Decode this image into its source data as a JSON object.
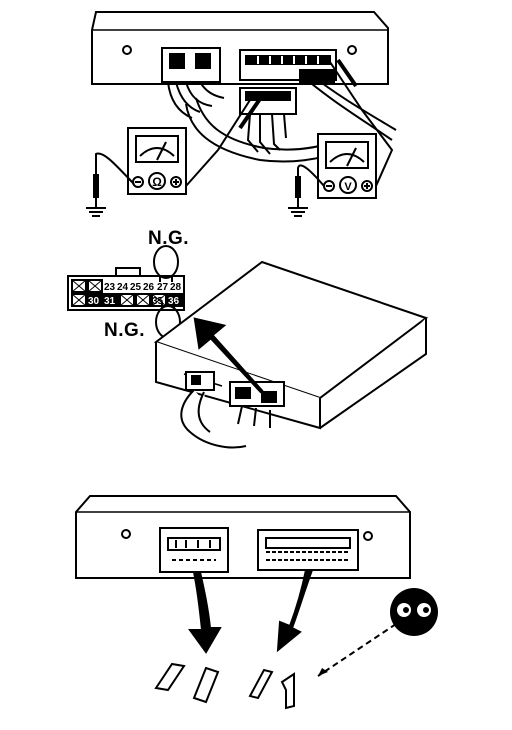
{
  "labels": {
    "ng_top": "N.G.",
    "ng_bottom": "N.G."
  },
  "connector_pins": {
    "top_row": [
      "23",
      "24",
      "25",
      "26",
      "27",
      "28"
    ],
    "bottom_row": [
      "30",
      "31",
      "35",
      "36"
    ]
  },
  "meter_symbols": {
    "ohmmeter": "Ω",
    "voltmeter": "V"
  },
  "colors": {
    "ink": "#000000",
    "paper": "#ffffff"
  }
}
